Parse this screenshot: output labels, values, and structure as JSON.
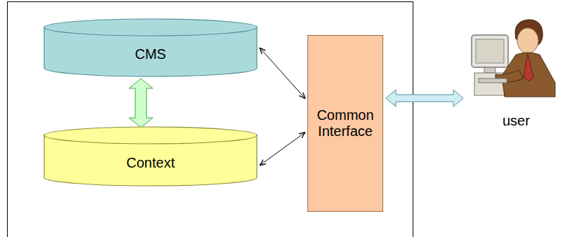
{
  "diagram": {
    "nodes": [
      {
        "text": [
          "CMS"
        ]
      },
      {
        "text": [
          "Context"
        ]
      },
      {
        "text": [
          "Common Interface"
        ]
      }
    ],
    "edges": [
      {
        "from": 0,
        "to": 1,
        "arrow": "both"
      },
      {
        "from": 0,
        "to": 2,
        "arrow": "both"
      },
      {
        "from": 1,
        "to": 2,
        "arrow": "both"
      }
    ],
    "labels": [
      "user"
    ]
  }
}
